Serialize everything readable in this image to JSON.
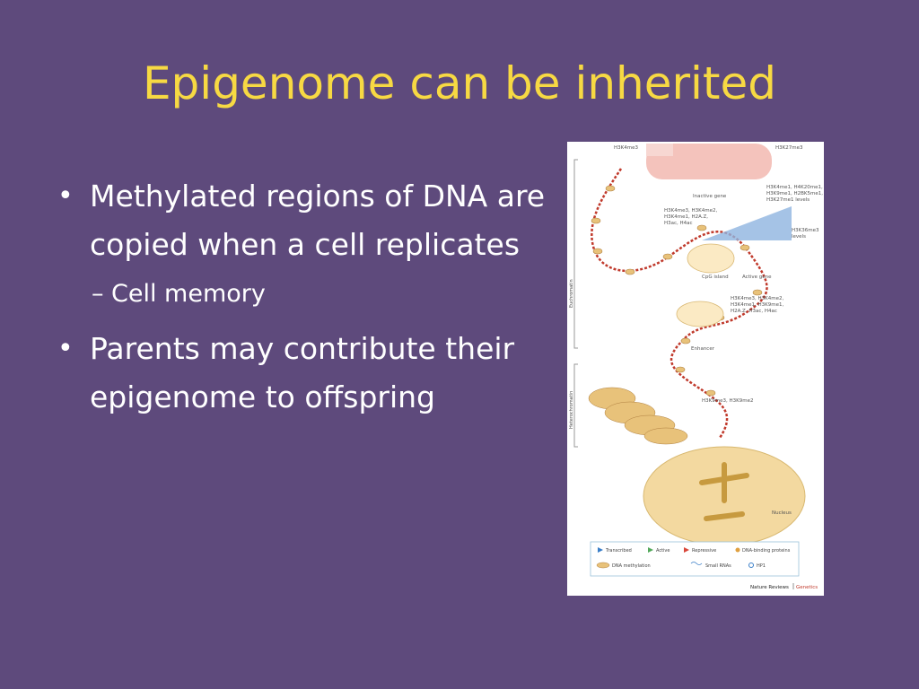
{
  "slide": {
    "title": "Epigenome can be inherited",
    "bullets": [
      {
        "text": "Methylated regions of DNA are copied when a cell replicates",
        "sub": "Cell memory"
      },
      {
        "text": "Parents may contribute their epigenome to offspring"
      }
    ]
  },
  "figure": {
    "top_left_label": "H3K4me3",
    "top_right_label": "H3K27me3",
    "inactive_gene": "Inactive gene",
    "right_labels_1": [
      "H3K4me1, H4K20me1,",
      "H3K9me1, H2BK5me1,",
      "H3K27me1 levels"
    ],
    "left_labels_1": [
      "H3K4me3, H3K4me2,",
      "H3K4me1, H2A.Z,",
      "H3ac, H4ac"
    ],
    "h3k36": [
      "H3K36me3",
      "levels"
    ],
    "cpg_island": "CpG island",
    "active_gene": "Active gene",
    "euchromatin": "Euchromatin",
    "enhancer_marks": [
      "H3K4me3, H3K4me2,",
      "H3K4me1, H3K9me1,",
      "H2A.Z, H3ac, H4ac"
    ],
    "enhancer": "Enhancer",
    "heterochromatin": "Heterochromatin",
    "h3k9": "H3K9me3, H3K9me2",
    "nucleus": "Nucleus",
    "legend": {
      "transcribed": "Transcribed",
      "active": "Active",
      "repressive": "Repressive",
      "dna_binding": "DNA-binding proteins",
      "dna_methylation": "DNA methylation",
      "small_rnas": "Small RNAs",
      "hp1": "HP1"
    },
    "credit_a": "Nature Reviews",
    "credit_b": "Genetics"
  },
  "colors": {
    "background": "#5e4a7c",
    "title": "#f7d943",
    "text": "#ffffff",
    "chromatin": "#e8c27a",
    "dna": "#c0392b",
    "nucleus": "#f3d9a0"
  }
}
